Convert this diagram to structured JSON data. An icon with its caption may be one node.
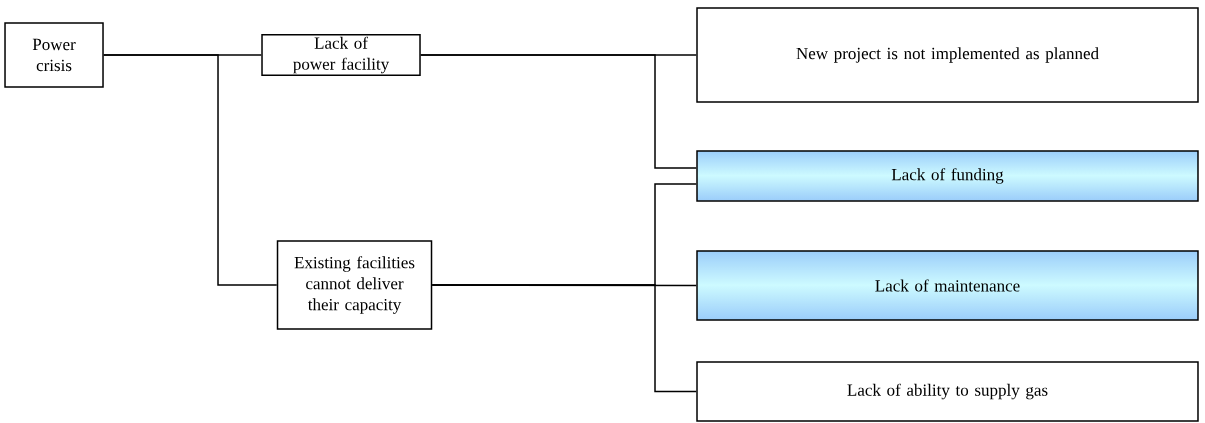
{
  "diagram": {
    "nodes": [
      {
        "text": [
          "Power crisis"
        ]
      },
      {
        "text": [
          "Lack of power facility"
        ]
      },
      {
        "text": [
          "Existing facilities cannot deliver their capacity"
        ]
      },
      {
        "text": [
          "New project is not implemented as planned"
        ]
      },
      {
        "text": [
          "Lack of funding"
        ]
      },
      {
        "text": [
          "Lack of maintenance"
        ]
      },
      {
        "text": [
          "Lack of ability to supply gas"
        ]
      }
    ],
    "edges": [
      {
        "from": 0,
        "to": 1,
        "arrow": "none"
      },
      {
        "from": 0,
        "to": 2,
        "arrow": "none"
      },
      {
        "from": 1,
        "to": 3,
        "arrow": "none"
      },
      {
        "from": 1,
        "to": 4,
        "arrow": "none"
      },
      {
        "from": 2,
        "to": 4,
        "arrow": "none"
      },
      {
        "from": 2,
        "to": 5,
        "arrow": "none"
      },
      {
        "from": 2,
        "to": 6,
        "arrow": "none"
      }
    ]
  }
}
